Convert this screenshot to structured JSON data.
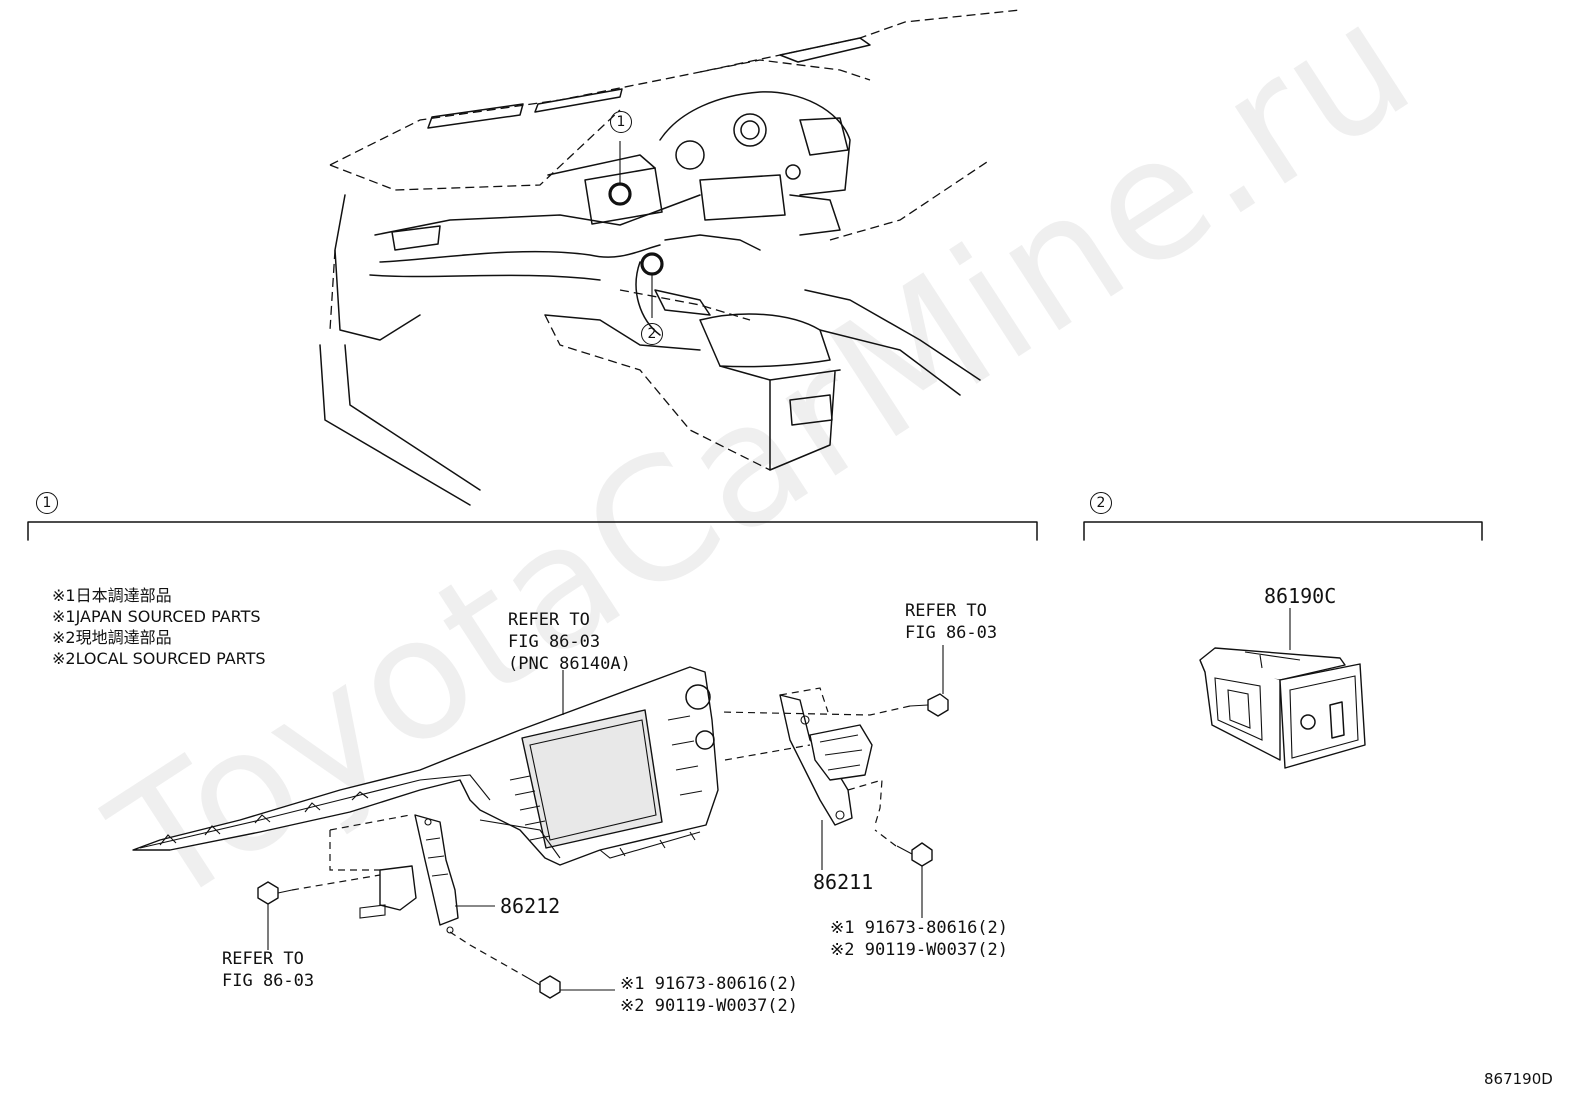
{
  "watermark": "ToyotaCarMine.ru",
  "diagram_code": "867190D",
  "callouts": {
    "one": "1",
    "two": "2"
  },
  "notes": [
    "※1日本調達部品",
    "※1JAPAN SOURCED PARTS",
    "※2現地調達部品",
    "※2LOCAL SOURCED PARTS"
  ],
  "refer_top_center": [
    "REFER TO",
    "FIG 86-03",
    "(PNC 86140A)"
  ],
  "refer_top_right": [
    "REFER TO",
    "FIG 86-03"
  ],
  "refer_bottom_left": [
    "REFER TO",
    "FIG 86-03"
  ],
  "parts": {
    "bracket_right": "86211",
    "bracket_left": "86212",
    "usb_unit": "86190C"
  },
  "screws_right": [
    "※1 91673-80616(2)",
    "※2 90119-W0037(2)"
  ],
  "screws_bottom": [
    "※1 91673-80616(2)",
    "※2 90119-W0037(2)"
  ]
}
